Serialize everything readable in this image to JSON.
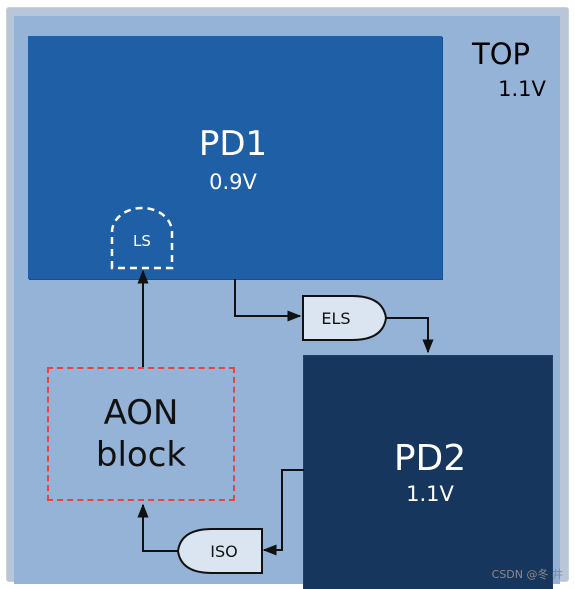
{
  "top": {
    "label": "TOP",
    "voltage": "1.1V"
  },
  "pd1": {
    "label": "PD1",
    "voltage": "0.9V"
  },
  "pd2": {
    "label": "PD2",
    "voltage": "1.1V"
  },
  "aon": {
    "line1": "AON",
    "line2": "block"
  },
  "cells": {
    "ls": "LS",
    "els": "ELS",
    "iso": "ISO"
  },
  "watermark": "CSDN @冬 井",
  "colors": {
    "top_domain": "#95b3d7",
    "pd1_fill": "#1e5fa6",
    "pd2_fill": "#17365d",
    "aon_border": "#e14545",
    "wire": "#111111"
  }
}
